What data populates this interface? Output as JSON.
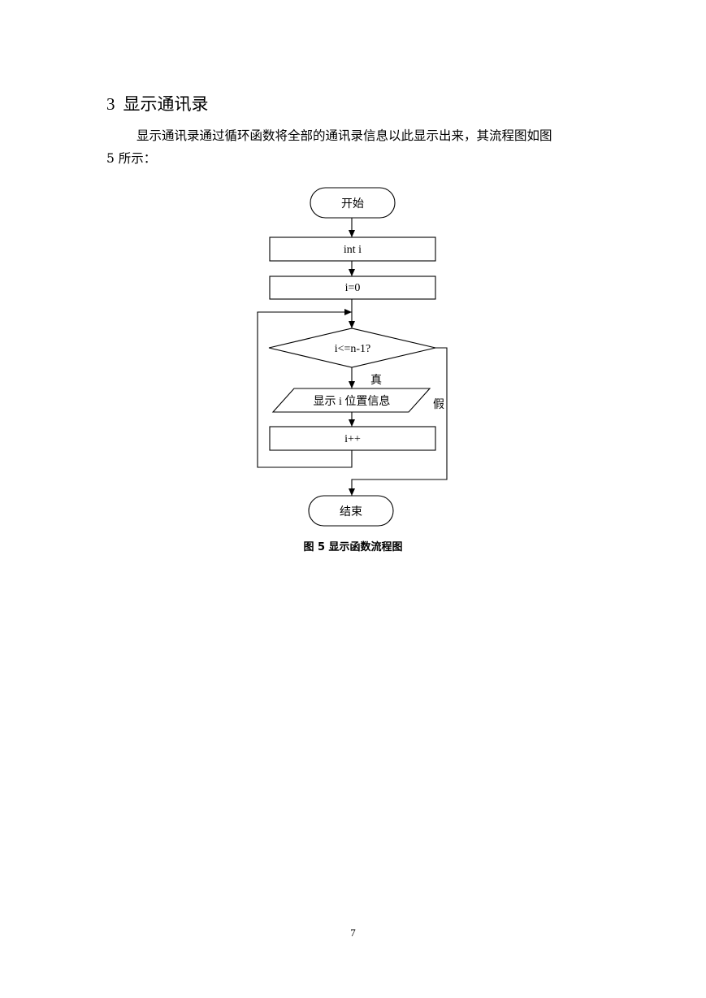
{
  "section": {
    "number": "3",
    "title": "显示通讯录"
  },
  "paragraph": {
    "line1": "显示通讯录通过循环函数将全部的通讯录信息以此显示出来，其流程图如图",
    "line2": "5 所示："
  },
  "flowchart": {
    "start": "开始",
    "declare": "int i",
    "init": "i=0",
    "condition": "i<=n-1?",
    "true_label": "真",
    "false_label": "假",
    "output": "显示 i 位置信息",
    "increment": "i++",
    "end": "结束"
  },
  "caption": "图 5 显示函数流程图",
  "page_number": "7"
}
